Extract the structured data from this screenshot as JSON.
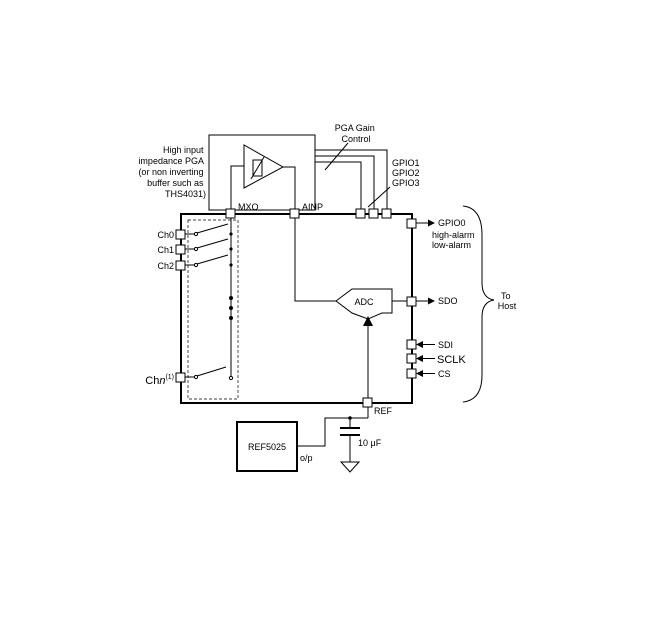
{
  "pga": {
    "note_lines": [
      "High input",
      "impedance PGA",
      "(or non inverting",
      "buffer such as",
      "THS4031)"
    ],
    "gain_control_lines": [
      "PGA Gain",
      "Control"
    ]
  },
  "pins": {
    "mxo": "MXO",
    "ainp": "AINP",
    "gpio_lines": [
      "GPIO1",
      "GPIO2",
      "GPIO3"
    ],
    "gpio0": "GPIO0",
    "gpio0_sub": [
      "high-alarm",
      "low-alarm"
    ],
    "sdo": "SDO",
    "sdi": "SDI",
    "sclk": "SCLK",
    "cs": "CS",
    "ref": "REF"
  },
  "channels": {
    "ch0": "Ch0",
    "ch1": "Ch1",
    "ch2": "Ch2",
    "chn_base": "Ch",
    "chn_italic": "n",
    "chn_sup": "(1)"
  },
  "adc": {
    "label": "ADC"
  },
  "host": {
    "lines": [
      "To",
      "Host"
    ]
  },
  "reference": {
    "chip": "REF5025",
    "output": "o/p",
    "capacitor": "10 μF"
  }
}
